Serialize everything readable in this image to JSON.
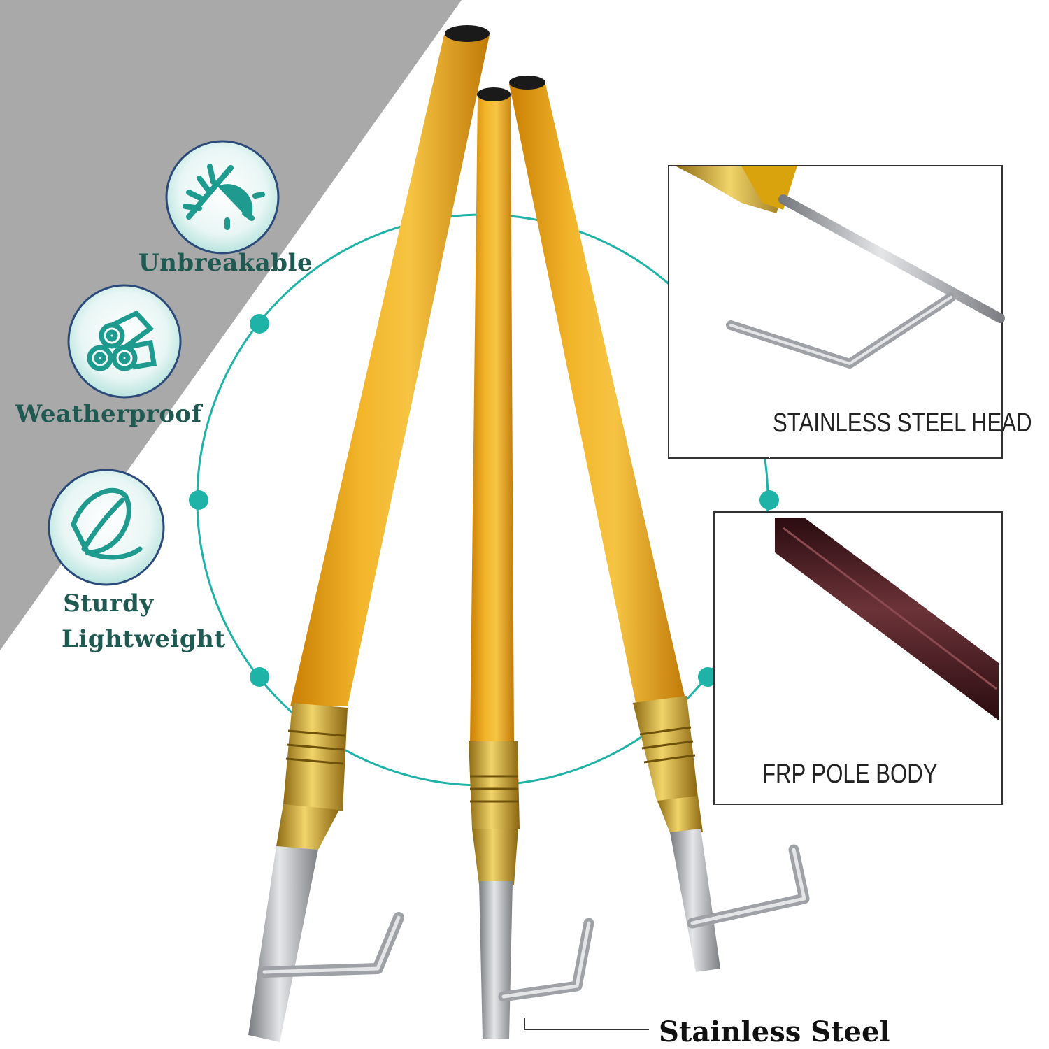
{
  "features": [
    {
      "label": "Unbreakable",
      "icon": "snowflake-sun-icon"
    },
    {
      "label": "Weatherproof",
      "icon": "logs-icon"
    },
    {
      "label": "Sturdy",
      "label2": "Lightweight",
      "icon": "leaf-icon"
    }
  ],
  "detail_panels": [
    {
      "label": "STAINLESS STEEL HEAD"
    },
    {
      "label": "FRP POLE BODY"
    }
  ],
  "callout": {
    "label": "Stainless Steel"
  },
  "colors": {
    "teal": "#1fb3a8",
    "dark_teal": "#1f5a52",
    "pole_yellow": "#e8a417",
    "brass": "#c9a332",
    "steel": "#b9bcbf",
    "gray_panel": "#a9a9a9",
    "frp_body": "#4a1e22"
  }
}
